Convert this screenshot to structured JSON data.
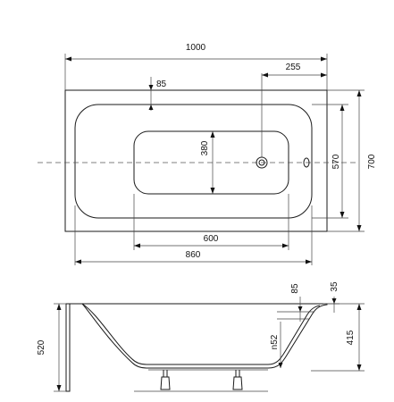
{
  "drawing": {
    "top_view": {
      "dim_length": "1000",
      "dim_drain_offset": "255",
      "dim_rim_width": "85",
      "dim_inner_width": "380",
      "dim_depth_570": "570",
      "dim_width": "700",
      "dim_bottom_length": "600",
      "dim_inner_length": "860"
    },
    "side_view": {
      "dim_rim": "85",
      "dim_lip": "35",
      "dim_height": "520",
      "dim_drain": "n52",
      "dim_inner_depth": "415"
    }
  },
  "colors": {
    "line": "#1a1a1a",
    "background": "#ffffff"
  }
}
